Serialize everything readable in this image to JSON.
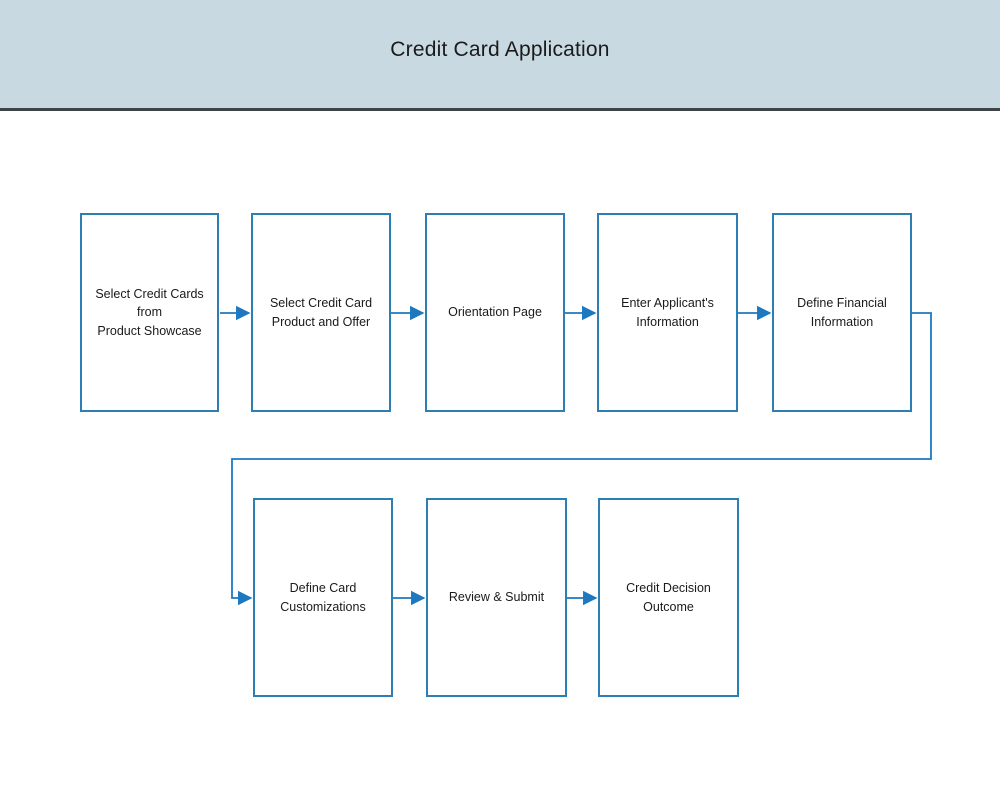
{
  "header": {
    "title": "Credit Card Application"
  },
  "diagram": {
    "type": "flowchart",
    "nodes": [
      {
        "id": "product-showcase",
        "lines": [
          "Select Credit Cards from",
          "Product Showcase"
        ]
      },
      {
        "id": "product-offer",
        "lines": [
          "Select Credit Card",
          "Product and Offer"
        ]
      },
      {
        "id": "orientation-page",
        "lines": [
          "Orientation Page"
        ]
      },
      {
        "id": "applicant-info",
        "lines": [
          "Enter Applicant's",
          "Information"
        ]
      },
      {
        "id": "financial-info",
        "lines": [
          "Define Financial",
          "Information"
        ]
      },
      {
        "id": "card-customizations",
        "lines": [
          "Define Card",
          "Customizations"
        ]
      },
      {
        "id": "review-submit",
        "lines": [
          "Review & Submit"
        ]
      },
      {
        "id": "credit-decision",
        "lines": [
          "Credit Decision Outcome"
        ]
      }
    ],
    "edges": [
      {
        "from": "product-showcase",
        "to": "product-offer"
      },
      {
        "from": "product-offer",
        "to": "orientation-page"
      },
      {
        "from": "orientation-page",
        "to": "applicant-info"
      },
      {
        "from": "applicant-info",
        "to": "financial-info"
      },
      {
        "from": "financial-info",
        "to": "card-customizations"
      },
      {
        "from": "card-customizations",
        "to": "review-submit"
      },
      {
        "from": "review-submit",
        "to": "credit-decision"
      }
    ]
  },
  "colors": {
    "header_bg": "#c9d9e2",
    "header_rule": "#3e4347",
    "box_border": "#2d7eb3",
    "arrow": "#1e78bf",
    "text": "#1a1a1a"
  }
}
